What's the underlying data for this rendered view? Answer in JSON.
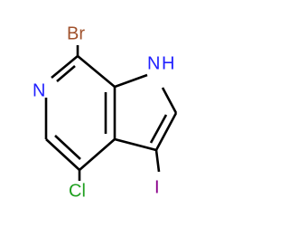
{
  "molecule": {
    "atoms": {
      "br": {
        "label": "Br",
        "color": "#a0522d"
      },
      "n_pyridine": {
        "label": "N",
        "color": "#2020ff"
      },
      "nh": {
        "label": "H",
        "color": "#2020ff",
        "n_label": "N"
      },
      "cl": {
        "label": "Cl",
        "color": "#1f9f1f"
      },
      "i": {
        "label": "I",
        "color": "#8b008b"
      }
    }
  }
}
